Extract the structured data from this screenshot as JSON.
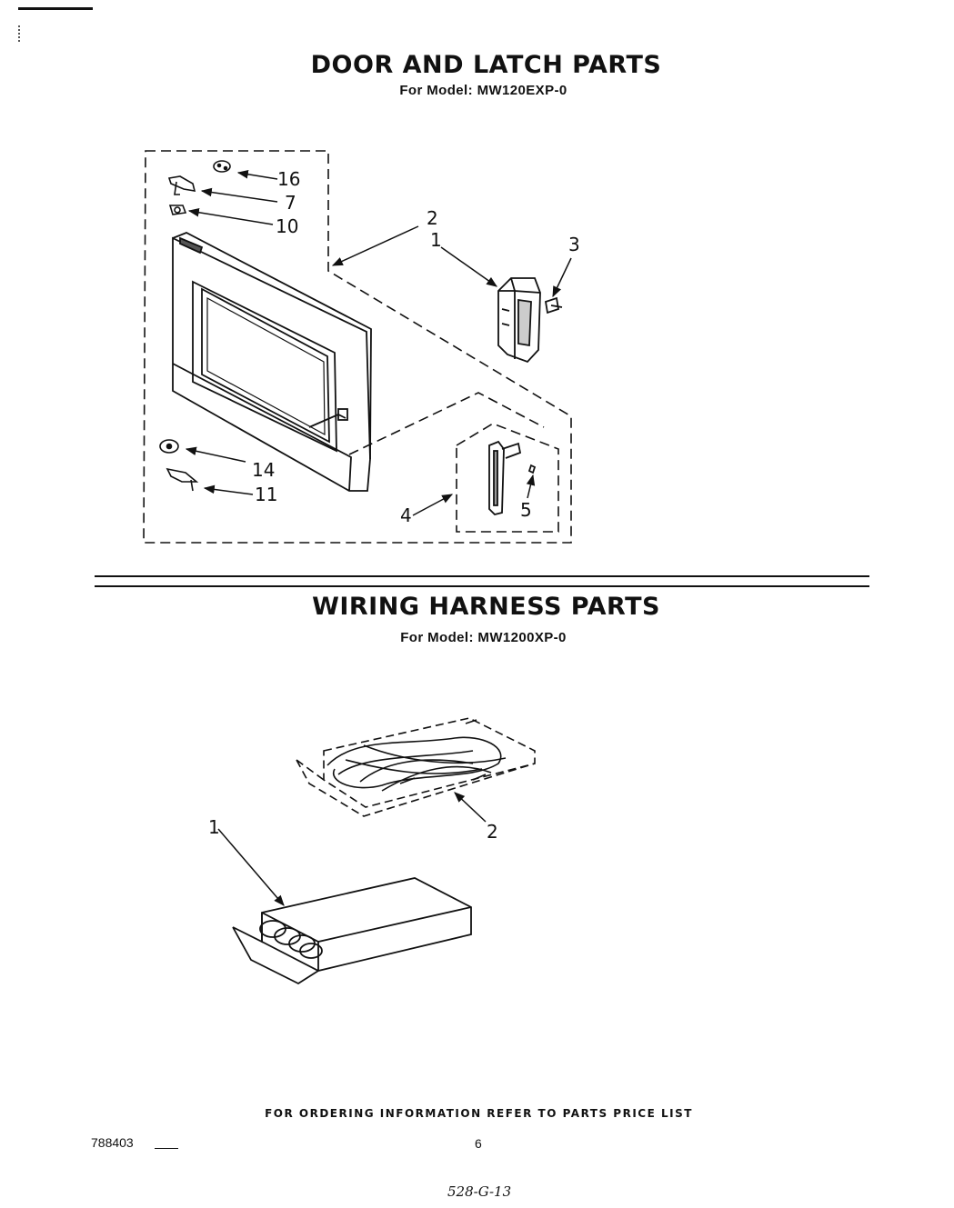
{
  "door_section": {
    "title": "DOOR AND LATCH PARTS",
    "model_line": "For Model: MW120EXP-0",
    "callouts": [
      "16",
      "7",
      "10",
      "2",
      "1",
      "3",
      "14",
      "11",
      "4",
      "5"
    ]
  },
  "harness_section": {
    "title": "WIRING HARNESS PARTS",
    "model_line": "For Model: MW1200XP-0",
    "callouts": [
      "1",
      "2"
    ]
  },
  "footer": {
    "ordering_note": "FOR ORDERING INFORMATION REFER TO PARTS PRICE LIST",
    "doc_number": "788403",
    "page_number": "6",
    "handwritten_code": "528-G-13"
  }
}
